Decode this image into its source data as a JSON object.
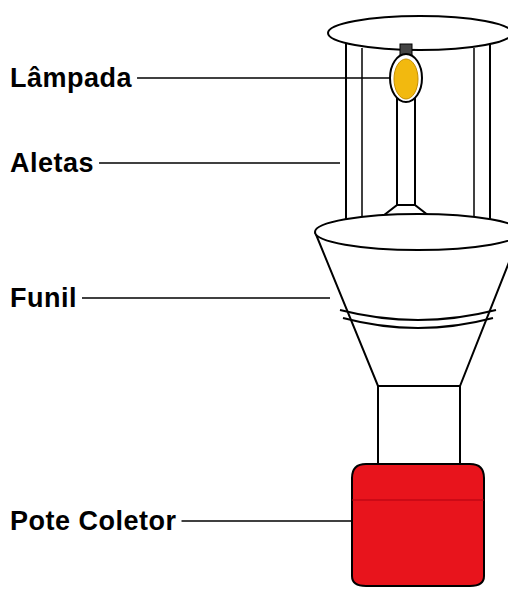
{
  "diagram": {
    "labels": [
      "Lâmpada",
      "Aletas",
      "Funil",
      "Pote Coletor"
    ]
  }
}
